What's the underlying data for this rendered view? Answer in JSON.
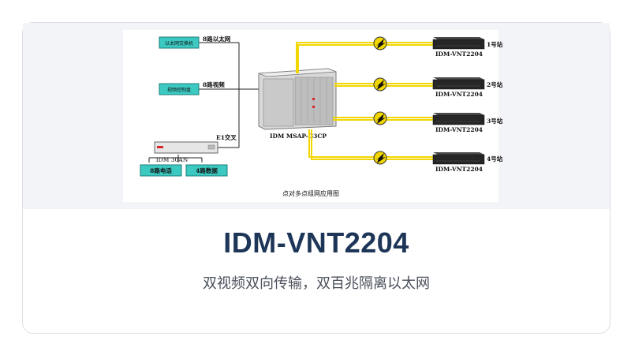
{
  "product": {
    "title": "IDM-VNT2204",
    "subtitle": "双视频双向传输，双百兆隔离以太网"
  },
  "diagram": {
    "caption": "点对多点组网应用图",
    "left_devices": [
      {
        "box": "以太网交换机",
        "link": "8路以太网"
      },
      {
        "box": "视频控制盘",
        "link": "8路视频"
      }
    ],
    "mux": {
      "name": "IDM 30AN",
      "link": "E1交叉"
    },
    "mux_ports": [
      "8路电话",
      "4路数据"
    ],
    "central": {
      "name": "IDM MSAP-G3CP"
    },
    "stations": [
      {
        "model": "IDM-VNT2204",
        "tag": "1号站"
      },
      {
        "model": "IDM-VNT2204",
        "tag": "2号站"
      },
      {
        "model": "IDM-VNT2204",
        "tag": "3号站"
      },
      {
        "model": "IDM-VNT2204",
        "tag": "4号站"
      }
    ]
  },
  "colors": {
    "fiber": "#f2d600",
    "teal_box": "#3cc9c2",
    "title": "#1d3557"
  }
}
